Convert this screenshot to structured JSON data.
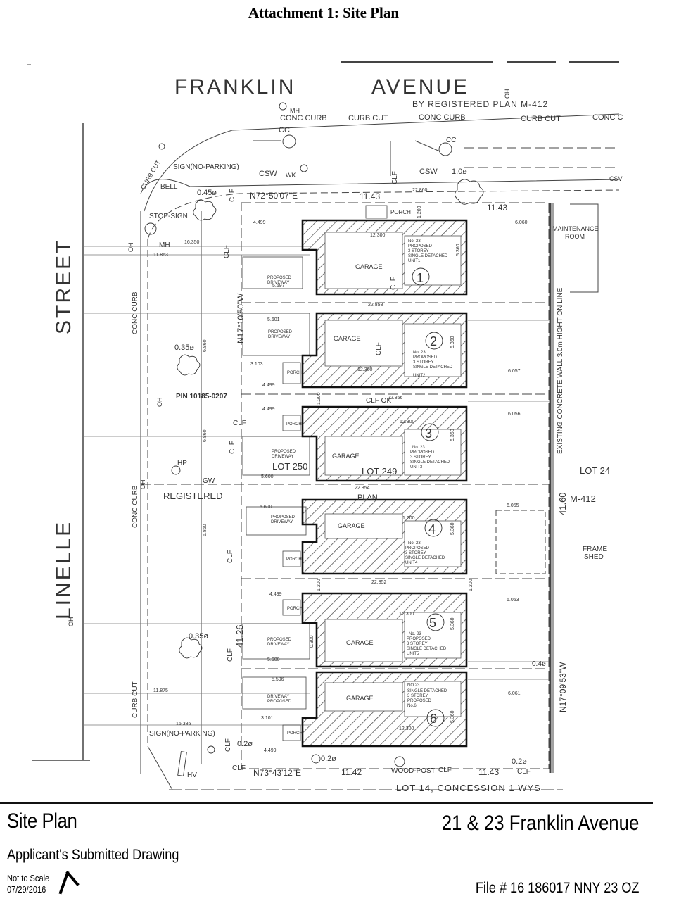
{
  "header": {
    "title": "Attachment 1:  Site Plan"
  },
  "streets": {
    "franklin_1": "FRANKLIN",
    "franklin_2": "AVENUE",
    "registered_plan": "BY REGISTERED PLAN M-412",
    "linelle": "LINELLE",
    "street": "STREET"
  },
  "bearings": {
    "north_top": "N72°50'07\"E",
    "north_top_dist": "11.43",
    "south": "N73°43'12\"E",
    "south_dist_1": "11.42",
    "south_dist_2": "11.43",
    "west": "N17°10'50\"W",
    "east": "N17°09'53\"W",
    "east_dist": "41.60",
    "west_dist": "41.26",
    "east_top_dist": "11.43"
  },
  "labels": {
    "conc_curb": "CONC CURB",
    "conc_curb_2": "CONC C",
    "curb_cut": "CURB CUT",
    "csw": "CSW",
    "csw_cut": "CSV",
    "cc": "CC",
    "mh": "MH",
    "oh": "OH",
    "wk": "WK",
    "bell": "BELL",
    "clf": "CLF",
    "sign_no_parking": "SIGN(NO-PARKING)",
    "stop_sign": "STOP-SIGN",
    "pin": "PIN 10185-0207",
    "lot_250": "LOT 250",
    "lot_249": "LOT 249",
    "lot_247": "LOT 24",
    "m412": "M-412",
    "registered": "REGISTERED",
    "plan": "PLAN",
    "hp": "HP",
    "gw": "GW",
    "hv": "HV",
    "concrete_wall": "EXISTING CONCRETE WALL 3.0m HIGHT ON LINE",
    "maintenance_1": "MAINTENANCE",
    "maintenance_2": "ROOM",
    "frame_shed_1": "FRAME",
    "frame_shed_2": "SHED",
    "lot_14": "LOT 14, CONCESSION 1 WYS",
    "wood_post": "WOOD-POST",
    "clf_ok": "CLF OK",
    "tree_045": "0.45ø",
    "tree_035a": "0.35ø",
    "tree_035b": "0.35ø",
    "tree_10": "1.0ø",
    "tree_02a": "0.2ø",
    "tree_02b": "0.2ø",
    "tree_02c": "0.2ø",
    "tree_04": "0.4ø"
  },
  "units": [
    {
      "num": "1",
      "garage": "GARAGE",
      "desc": [
        "No. 23",
        "PROPOSED",
        "3 STOREY",
        "SINGLE DETACHED",
        "UNIT1"
      ],
      "driveway": [
        "PROPOSED",
        "DRIVEWAY"
      ],
      "porch": "PORCH"
    },
    {
      "num": "2",
      "garage": "GARAGE",
      "desc": [
        "No. 23",
        "PROPOSED",
        "3 STOREY",
        "SINGLE DETACHED",
        "UNIT2"
      ],
      "driveway": [
        "PROPOSED",
        "DRIVEWAY"
      ],
      "porch": "PORCH"
    },
    {
      "num": "3",
      "garage": "GARAGE",
      "desc": [
        "No. 23",
        "PROPOSED",
        "3 STOREY",
        "SINGLE DETACHED",
        "UNIT3"
      ],
      "driveway": [
        "PROPOSED",
        "DRIVEWAY"
      ],
      "porch": "PORCH"
    },
    {
      "num": "4",
      "garage": "GARAGE",
      "desc": [
        "No. 23",
        "PROPOSED",
        "3 STOREY",
        "SINGLE DETACHED",
        "UNIT4"
      ],
      "driveway": [
        "PROPOSED",
        "DRIVEWAY"
      ],
      "porch": "PORCH"
    },
    {
      "num": "5",
      "garage": "GARAGE",
      "desc": [
        "No. 23",
        "PROPOSED",
        "3 STOREY",
        "SINGLE DETACHED",
        "UNIT5"
      ],
      "driveway": [
        "PROPOSED",
        "DRIVEWAY"
      ],
      "porch": "PORCH"
    },
    {
      "num": "6",
      "garage": "GARAGE",
      "desc": [
        "NO.23",
        "SINGLE DETACHED",
        "3 STOREY",
        "PROPOSED",
        "No.6"
      ],
      "driveway": [
        "DRIVEWAY",
        "PROPOSED"
      ],
      "porch": "PORCH"
    }
  ],
  "dimensions": {
    "d_4499": "4.499",
    "d_12300": "12.300",
    "d_6060": "6.060",
    "d_5597": "5.597",
    "d_22858": "22.858",
    "d_5601": "5.601",
    "d_6057": "6.057",
    "d_22856": "22.856",
    "d_6056": "6.056",
    "d_5600": "5.600",
    "d_22854": "22.854",
    "d_6055": "6.055",
    "d_22852": "22.852",
    "d_6053": "6.053",
    "d_5596": "5.596",
    "d_6061": "6.061",
    "d_1200": "1.200",
    "d_5360": "5.360",
    "d_3103": "3.103",
    "d_3101": "3.101",
    "d_16350": "16.350",
    "d_11863": "11.863",
    "d_11875": "11.875",
    "d_16386": "16.386",
    "d_6860": "6.860",
    "d_22860": "22.860",
    "d_0300": "0.300"
  },
  "footer": {
    "title": "Site Plan",
    "subtitle": "Applicant's Submitted Drawing",
    "scale": "Not to Scale",
    "date": "07/29/2016",
    "address": "21 & 23 Franklin Avenue",
    "file": "File # 16 186017 NNY 23 OZ"
  }
}
